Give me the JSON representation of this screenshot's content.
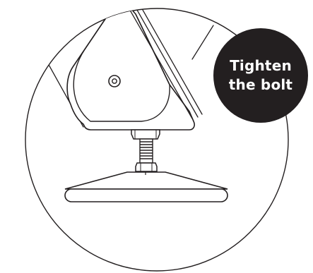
{
  "callout": {
    "line1": "Tighten",
    "line2": "the bolt",
    "background_color": "#231f20",
    "text_color": "#ffffff"
  },
  "illustration": {
    "stroke_color": "#231f20",
    "fill_color": "#ffffff",
    "parts": [
      "round-detail-frame",
      "device-housing",
      "screw-icon",
      "threaded-bolt",
      "hex-nut",
      "base-plate"
    ]
  }
}
